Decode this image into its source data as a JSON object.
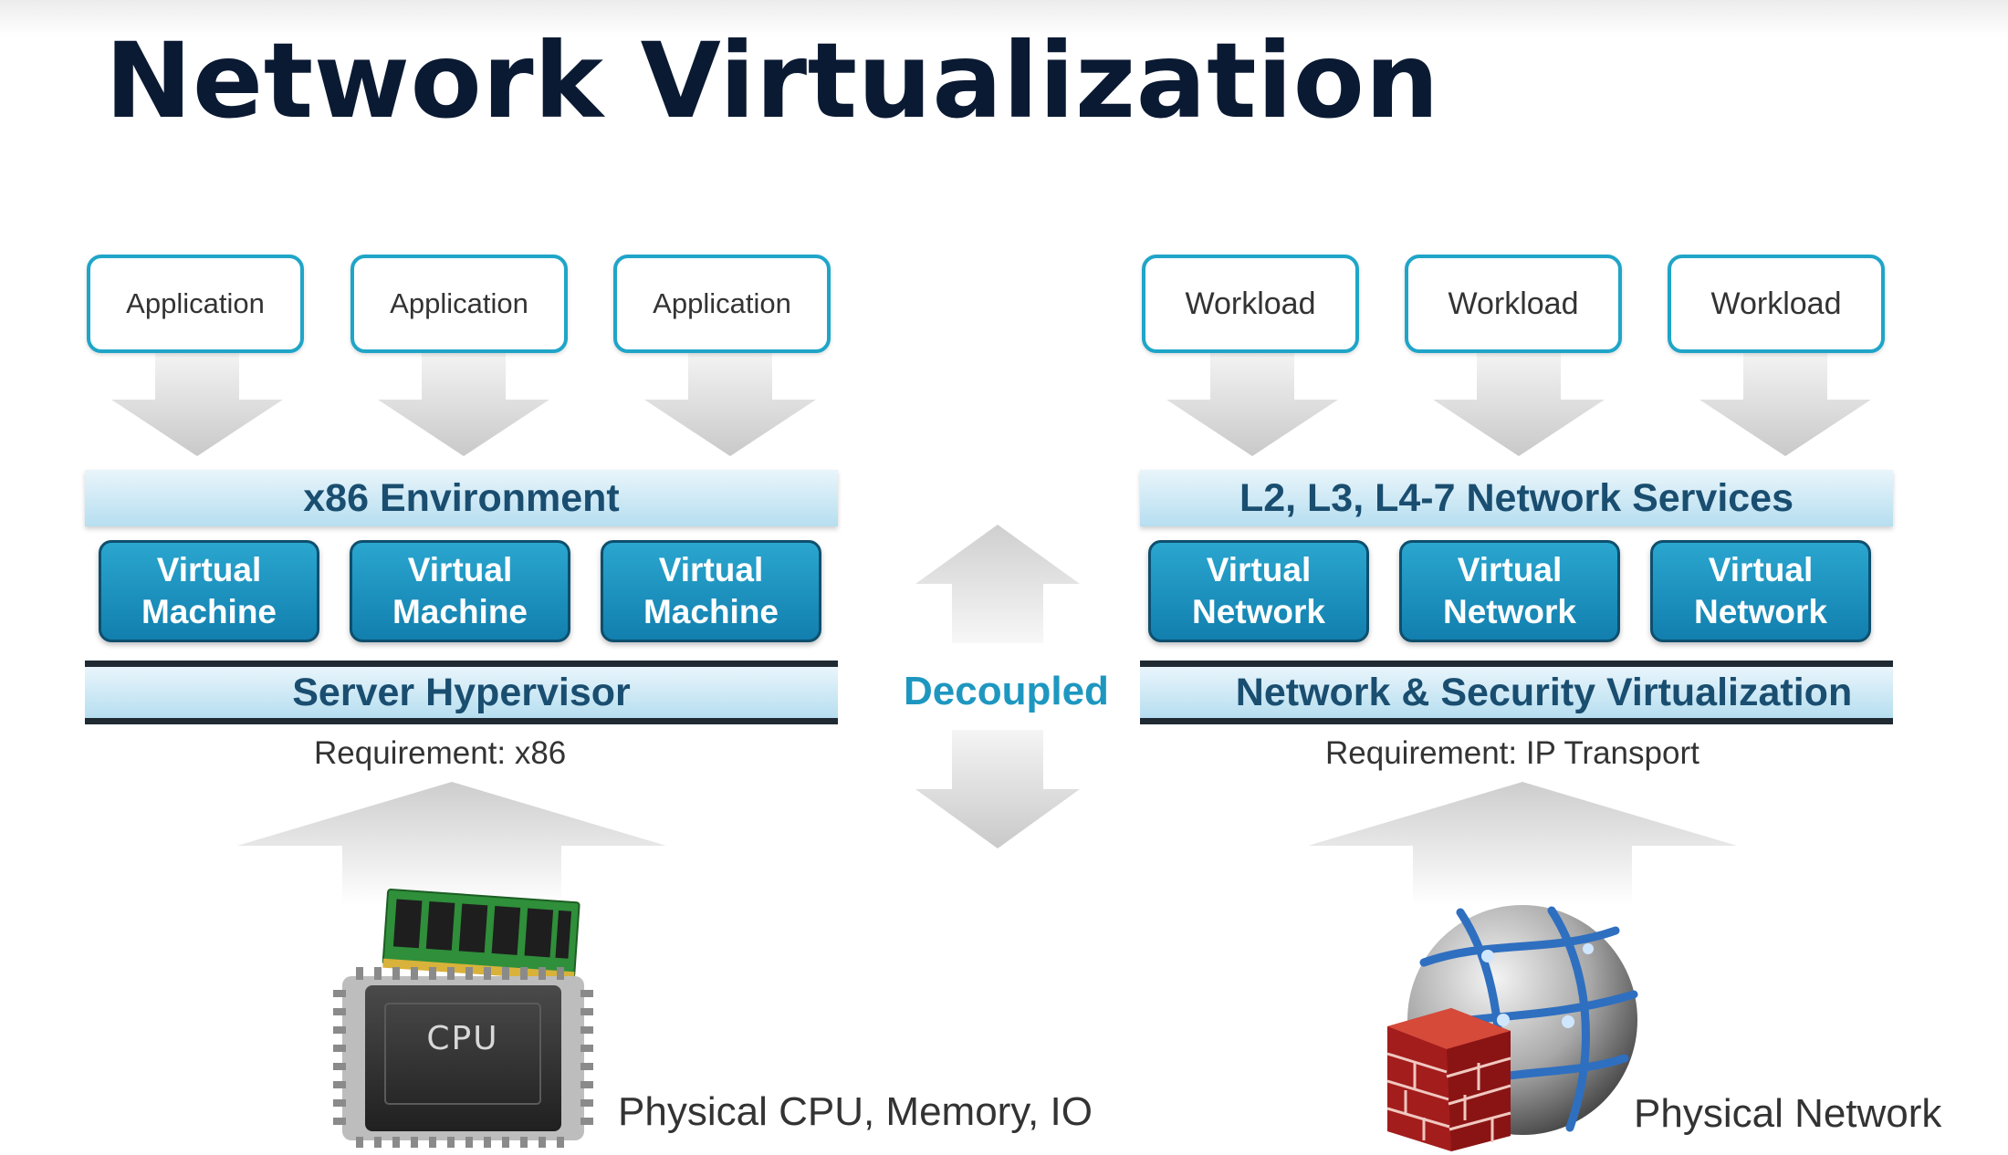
{
  "title": "Network Virtualization",
  "left": {
    "apps": [
      "Application",
      "Application",
      "Application"
    ],
    "environment": "x86 Environment",
    "tiles": [
      {
        "line1": "Virtual",
        "line2": "Machine"
      },
      {
        "line1": "Virtual",
        "line2": "Machine"
      },
      {
        "line1": "Virtual",
        "line2": "Machine"
      }
    ],
    "layer": "Server Hypervisor",
    "requirement": "Requirement: x86",
    "caption": "Physical CPU, Memory, IO",
    "chip_label": "CPU"
  },
  "center": {
    "label": "Decoupled"
  },
  "right": {
    "workloads": [
      "Workload",
      "Workload",
      "Workload"
    ],
    "services": "L2, L3, L4-7 Network Services",
    "tiles": [
      {
        "line1": "Virtual",
        "line2": "Network"
      },
      {
        "line1": "Virtual",
        "line2": "Network"
      },
      {
        "line1": "Virtual",
        "line2": "Network"
      }
    ],
    "layer": "Network & Security Virtualization",
    "requirement": "Requirement: IP Transport",
    "caption": "Physical Network"
  },
  "colors": {
    "title": "#0b1a33",
    "box_border": "#1fa5c8",
    "tile": "#1a93c2",
    "band_text": "#1a4e70",
    "decoupled": "#1e97c0"
  }
}
